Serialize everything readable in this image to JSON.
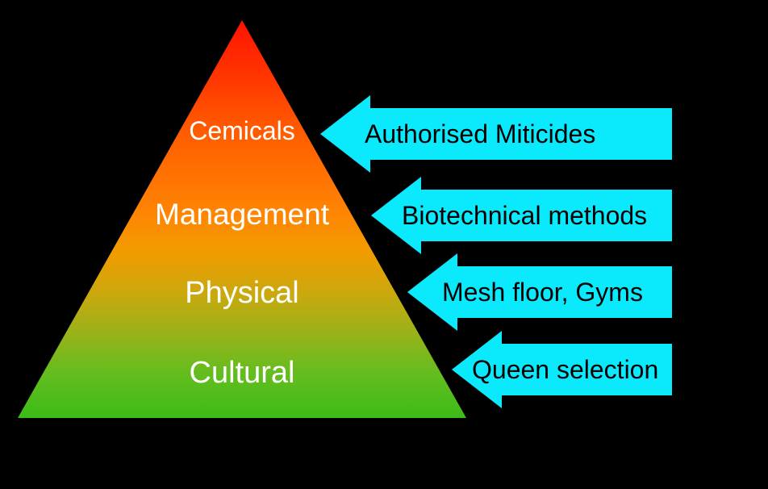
{
  "pyramid": {
    "levels": [
      {
        "label": "Cemicals"
      },
      {
        "label": "Management"
      },
      {
        "label": "Physical"
      },
      {
        "label": "Cultural"
      }
    ]
  },
  "arrows": [
    {
      "label": "Authorised Miticides"
    },
    {
      "label": "Biotechnical methods"
    },
    {
      "label": "Mesh floor, Gyms"
    },
    {
      "label": "Queen selection"
    }
  ],
  "colors": {
    "background": "#000000",
    "arrow_fill": "#0be9fd",
    "arrow_text": "#000000",
    "pyramid_text": "#ffffff",
    "pyramid_gradient_top": "#ff1200",
    "pyramid_gradient_middle": "#ff8603",
    "pyramid_gradient_bottom": "#3cbc18"
  }
}
